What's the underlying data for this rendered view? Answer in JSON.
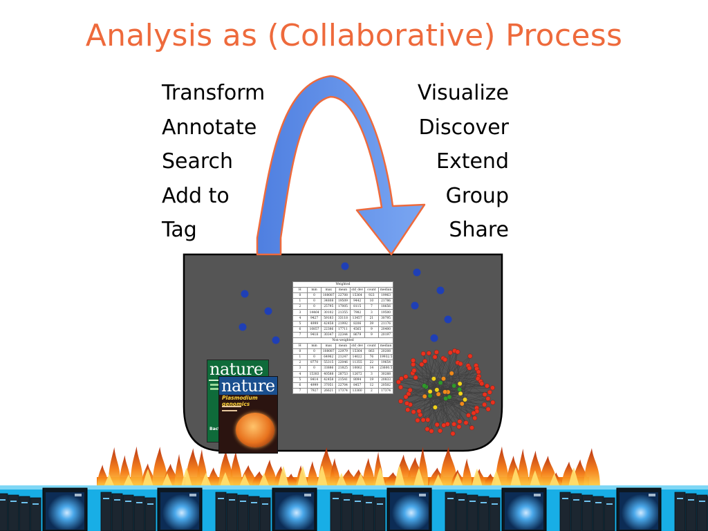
{
  "title": "Analysis as (Collaborative) Process",
  "left_actions": [
    "Transform",
    "Annotate",
    "Search",
    "Add to",
    "Tag"
  ],
  "right_actions": [
    "Visualize",
    "Discover",
    "Extend",
    "Group",
    "Share"
  ],
  "stats_table": {
    "weighted_caption": "Weighted",
    "nonweighted_caption": "Non-weighted",
    "headers": [
      "H",
      "min",
      "max",
      "mean",
      "std_dev",
      "count",
      "median"
    ],
    "weighted_rows": [
      [
        "0",
        "0",
        "108087",
        "22708",
        "15364",
        "923",
        "19963"
      ],
      [
        "1",
        "0",
        "34808",
        "19509",
        "9442",
        "10",
        "21786"
      ],
      [
        "2",
        "0",
        "25795",
        "17005",
        "8115",
        "7",
        "18656"
      ],
      [
        "3",
        "14464",
        "30102",
        "21355",
        "7982",
        "3",
        "19500"
      ],
      [
        "4",
        "9427",
        "59183",
        "33118",
        "13457",
        "21",
        "30795"
      ],
      [
        "5",
        "4999",
        "42458",
        "21992",
        "8206",
        "39",
        "21176"
      ],
      [
        "6",
        "10857",
        "22386",
        "17711",
        "4565",
        "9",
        "20400"
      ],
      [
        "7",
        "9418",
        "30347",
        "22344",
        "8679",
        "9",
        "20197"
      ]
    ],
    "nonweighted_rows": [
      [
        "0",
        "0",
        "108087",
        "22979",
        "15364",
        "863",
        "20208"
      ],
      [
        "1",
        "0",
        "64962",
        "21247",
        "14022",
        "76",
        "19932.5"
      ],
      [
        "2",
        "8770",
        "55315",
        "22046",
        "11355",
        "22",
        "19654"
      ],
      [
        "3",
        "0",
        "33886",
        "21825",
        "10062",
        "14",
        "23600.5"
      ],
      [
        "4",
        "15383",
        "40588",
        "28753",
        "12672",
        "3",
        "30288"
      ],
      [
        "5",
        "8414",
        "42458",
        "21541",
        "8094",
        "19",
        "20833"
      ],
      [
        "6",
        "4999",
        "37051",
        "22704",
        "8457",
        "12",
        "20502"
      ],
      [
        "7",
        "7927",
        "26621",
        "17374",
        "13360",
        "2",
        "17374"
      ]
    ]
  },
  "journals": {
    "cover_back": {
      "brand": "nature",
      "side_text": "Bact"
    },
    "cover_front": {
      "brand": "nature",
      "subtitle": "Plasmodium genomics"
    }
  },
  "colors": {
    "title": "#ee6a3c",
    "arrow_fill": "#6a96e8",
    "arrow_stroke": "#ee6a3c",
    "cauldron": "#555555",
    "dots": "#1f3fb5",
    "fire": "#f06a10",
    "band": "#1ab0e6"
  },
  "icons": [
    "cycle-arrow-icon",
    "cauldron-icon",
    "network-graph-icon",
    "fire-icon",
    "server-rack-icon"
  ]
}
